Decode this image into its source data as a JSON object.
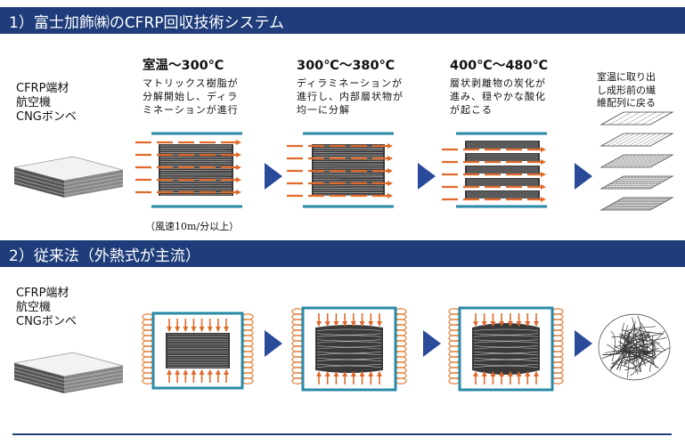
{
  "section1": {
    "title": "1）富士加飾㈱のCFRP回収技術システム"
  },
  "section2": {
    "title": "2）従来法（外熱式が主流）"
  },
  "source_material": {
    "lines": [
      "CFRP端材",
      "航空機",
      "CNGボンベ"
    ]
  },
  "stages": [
    {
      "title": "室温～300℃",
      "lines": [
        "マトリックス樹脂が",
        "分解開始し、ディラ",
        "ミネーションが進行"
      ]
    },
    {
      "title": "300℃～380℃",
      "lines": [
        "ディラミネーションが",
        "進行し、内部層状物が",
        "均一に分解"
      ]
    },
    {
      "title": "400℃～480℃",
      "lines": [
        "層状剥離物の炭化が",
        "進み、穏やかな酸化",
        "が起こる"
      ]
    }
  ],
  "final_stage": {
    "lines": [
      "室温に取り出",
      "し成形前の繊",
      "維配列に戻る"
    ]
  },
  "airflow_note": "（風速10m/分以上）",
  "colors": {
    "section_bar": "#1f3d7a",
    "arrow_orange": "#e06a2a",
    "chevron_blue": "#2a4a9a",
    "box_teal": "#2a8aa8",
    "coil_orange": "#e08a4a",
    "fiber_dark": "#333333"
  },
  "icons": [
    "laminate-stack-icon",
    "flow-arrow-icon",
    "process-chevron-icon",
    "heating-coil-icon",
    "tangled-fiber-icon",
    "stacked-mesh-layers-icon"
  ]
}
